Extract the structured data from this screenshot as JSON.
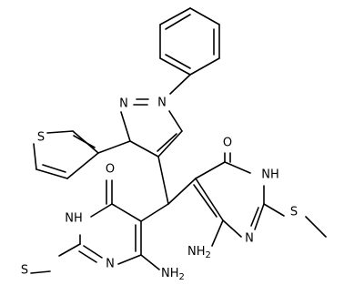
{
  "molecule": {
    "atom_labels": {
      "n_pyrazole_1": "N",
      "n_pyrazole_2": "N",
      "s_thiophene": "S",
      "o_left": "O",
      "nh_left": "NH",
      "s_left": "S",
      "n_left": "N",
      "nh2_left": "NH",
      "nh2_left_sub": "2",
      "o_right": "O",
      "nh_right": "NH",
      "s_right": "S",
      "n_right": "N",
      "nh2_right": "NH",
      "nh2_right_sub": "2"
    }
  },
  "colors": {
    "bond": "#000000",
    "text": "#000000",
    "background": "#ffffff"
  }
}
